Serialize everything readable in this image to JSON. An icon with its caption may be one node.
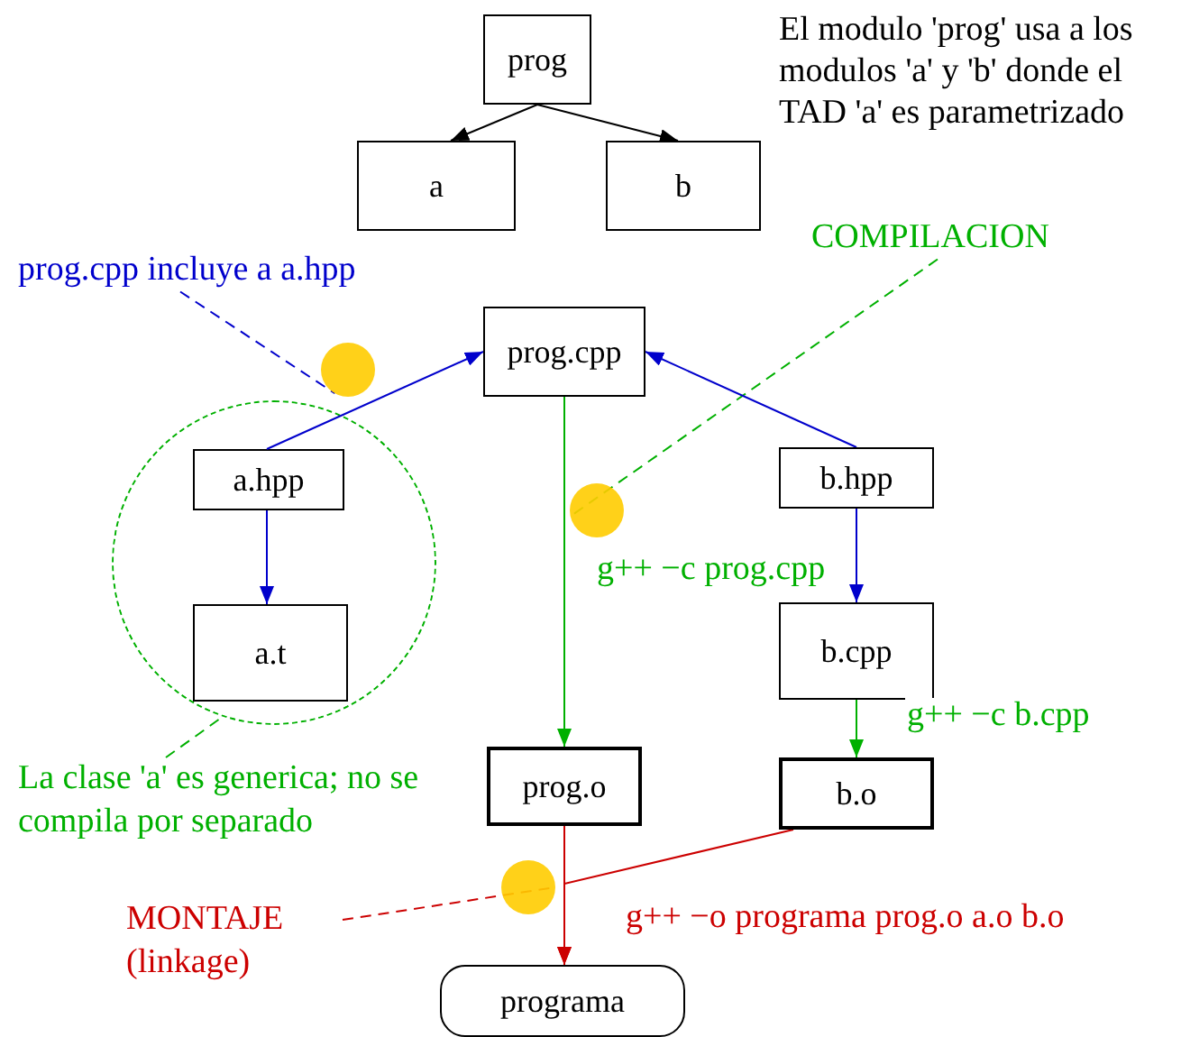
{
  "diagram": {
    "nodes": [
      {
        "text": [
          "prog"
        ]
      },
      {
        "text": [
          "a"
        ]
      },
      {
        "text": [
          "b"
        ]
      },
      {
        "text": [
          "prog.cpp incluye a a.hpp"
        ]
      },
      {
        "text": [
          "COMPILACION"
        ]
      },
      {
        "text": [
          "prog.cpp"
        ]
      },
      {
        "text": [],
        "shape": "circle"
      },
      {
        "text": [],
        "shape": "circle"
      },
      {
        "text": [
          "a.hpp"
        ],
        "in": 7
      },
      {
        "text": [
          "a.t"
        ],
        "in": 7
      },
      {
        "text": [
          "b.hpp"
        ]
      },
      {
        "text": [],
        "shape": "circle"
      },
      {
        "text": [
          "b.cpp"
        ]
      },
      {
        "text": [
          "La clase 'a' es generica; no se compila por separado"
        ]
      },
      {
        "text": [
          "prog.o"
        ]
      },
      {
        "text": [
          "b.o"
        ]
      },
      {
        "text": [
          "MONTAJE (linkage)"
        ]
      },
      {
        "text": [],
        "shape": "circle"
      },
      {
        "text": [
          "programa"
        ]
      }
    ],
    "edges": [
      {
        "from": 0,
        "to": 1,
        "arrow": "to",
        "color": "#000000"
      },
      {
        "from": 0,
        "to": 2,
        "arrow": "to",
        "color": "#000000"
      },
      {
        "from": 3,
        "to": 6,
        "arrow": "none",
        "style": "dashed",
        "color": "#0000cc"
      },
      {
        "from": 4,
        "to": 11,
        "arrow": "none",
        "style": "dashed",
        "color": "#00b000"
      },
      {
        "from": 8,
        "to": 5,
        "arrow": "to",
        "color": "#0000cc"
      },
      {
        "from": 10,
        "to": 5,
        "arrow": "to",
        "color": "#0000cc"
      },
      {
        "from": 8,
        "to": 9,
        "arrow": "to",
        "color": "#0000cc"
      },
      {
        "from": 10,
        "to": 12,
        "arrow": "to",
        "color": "#0000cc"
      },
      {
        "from": 5,
        "to": 14,
        "arrow": "to",
        "color": "#00b000",
        "label": "g++ −c prog.cpp"
      },
      {
        "from": 12,
        "to": 15,
        "arrow": "to",
        "color": "#00b000",
        "label": "g++ −c b.cpp"
      },
      {
        "from": 13,
        "to": 7,
        "arrow": "none",
        "style": "dashed",
        "color": "#00b000"
      },
      {
        "from": 16,
        "to": 17,
        "arrow": "none",
        "style": "dashed",
        "color": "#cc0000"
      },
      {
        "from": 14,
        "to": 18,
        "arrow": "to",
        "color": "#cc0000",
        "label": "g++ −o programa prog.o a.o b.o"
      },
      {
        "from": 15,
        "to": 18,
        "arrow": "to",
        "color": "#cc0000"
      }
    ],
    "labels": [
      "El modulo 'prog' usa a los modulos 'a' y 'b' donde el TAD 'a' es parametrizado"
    ]
  }
}
